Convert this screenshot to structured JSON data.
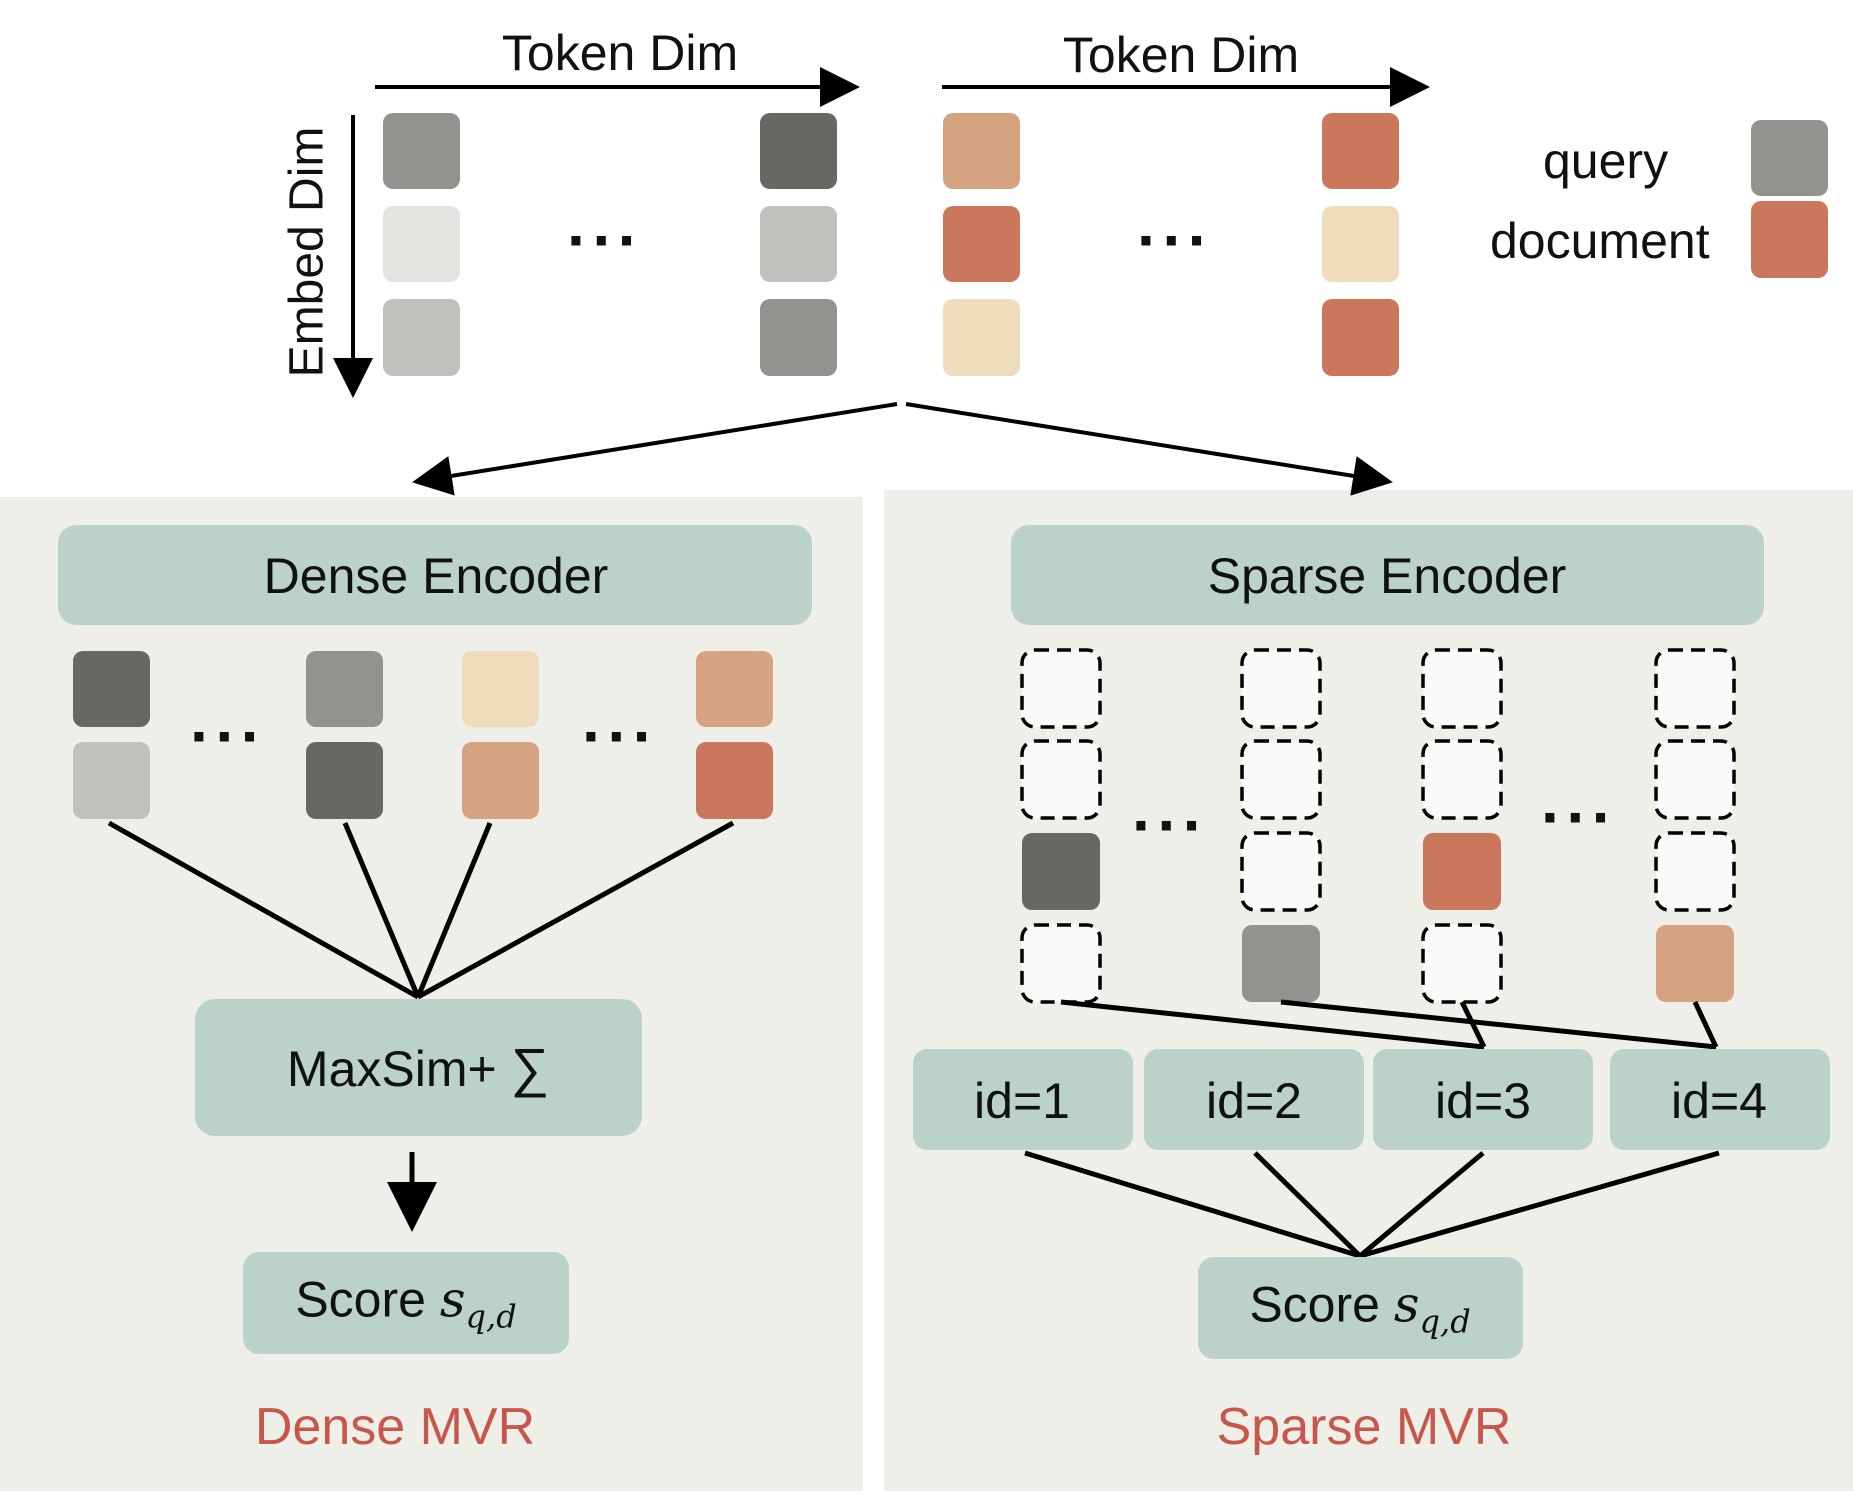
{
  "top": {
    "token_dim_left": "Token Dim",
    "token_dim_right": "Token Dim",
    "embed_dim": "Embed Dim",
    "ellipsis": "···"
  },
  "legend": {
    "query_label": "query",
    "document_label": "document"
  },
  "dense": {
    "encoder_label": "Dense Encoder",
    "maxsim_label": "MaxSim+",
    "sum_symbol": "∑",
    "score_label": "Score",
    "score_var": "s",
    "score_sub": "q,d",
    "title": "Dense MVR"
  },
  "sparse": {
    "encoder_label": "Sparse Encoder",
    "ids": [
      "id=1",
      "id=2",
      "id=3",
      "id=4"
    ],
    "score_label": "Score",
    "score_var": "s",
    "score_sub": "q,d",
    "title": "Sparse MVR"
  },
  "colors": {
    "panel_bg": "#efefea",
    "box_teal": "#bbd2cb",
    "title_red": "#c8574b",
    "q_light": "#e4e5e0",
    "q_mid": "#c0c1bc",
    "q_dark": "#92938e",
    "q_darkest": "#676864",
    "d_light": "#eedcbd",
    "d_mid": "#d5a380",
    "d_dark": "#cb775c"
  }
}
